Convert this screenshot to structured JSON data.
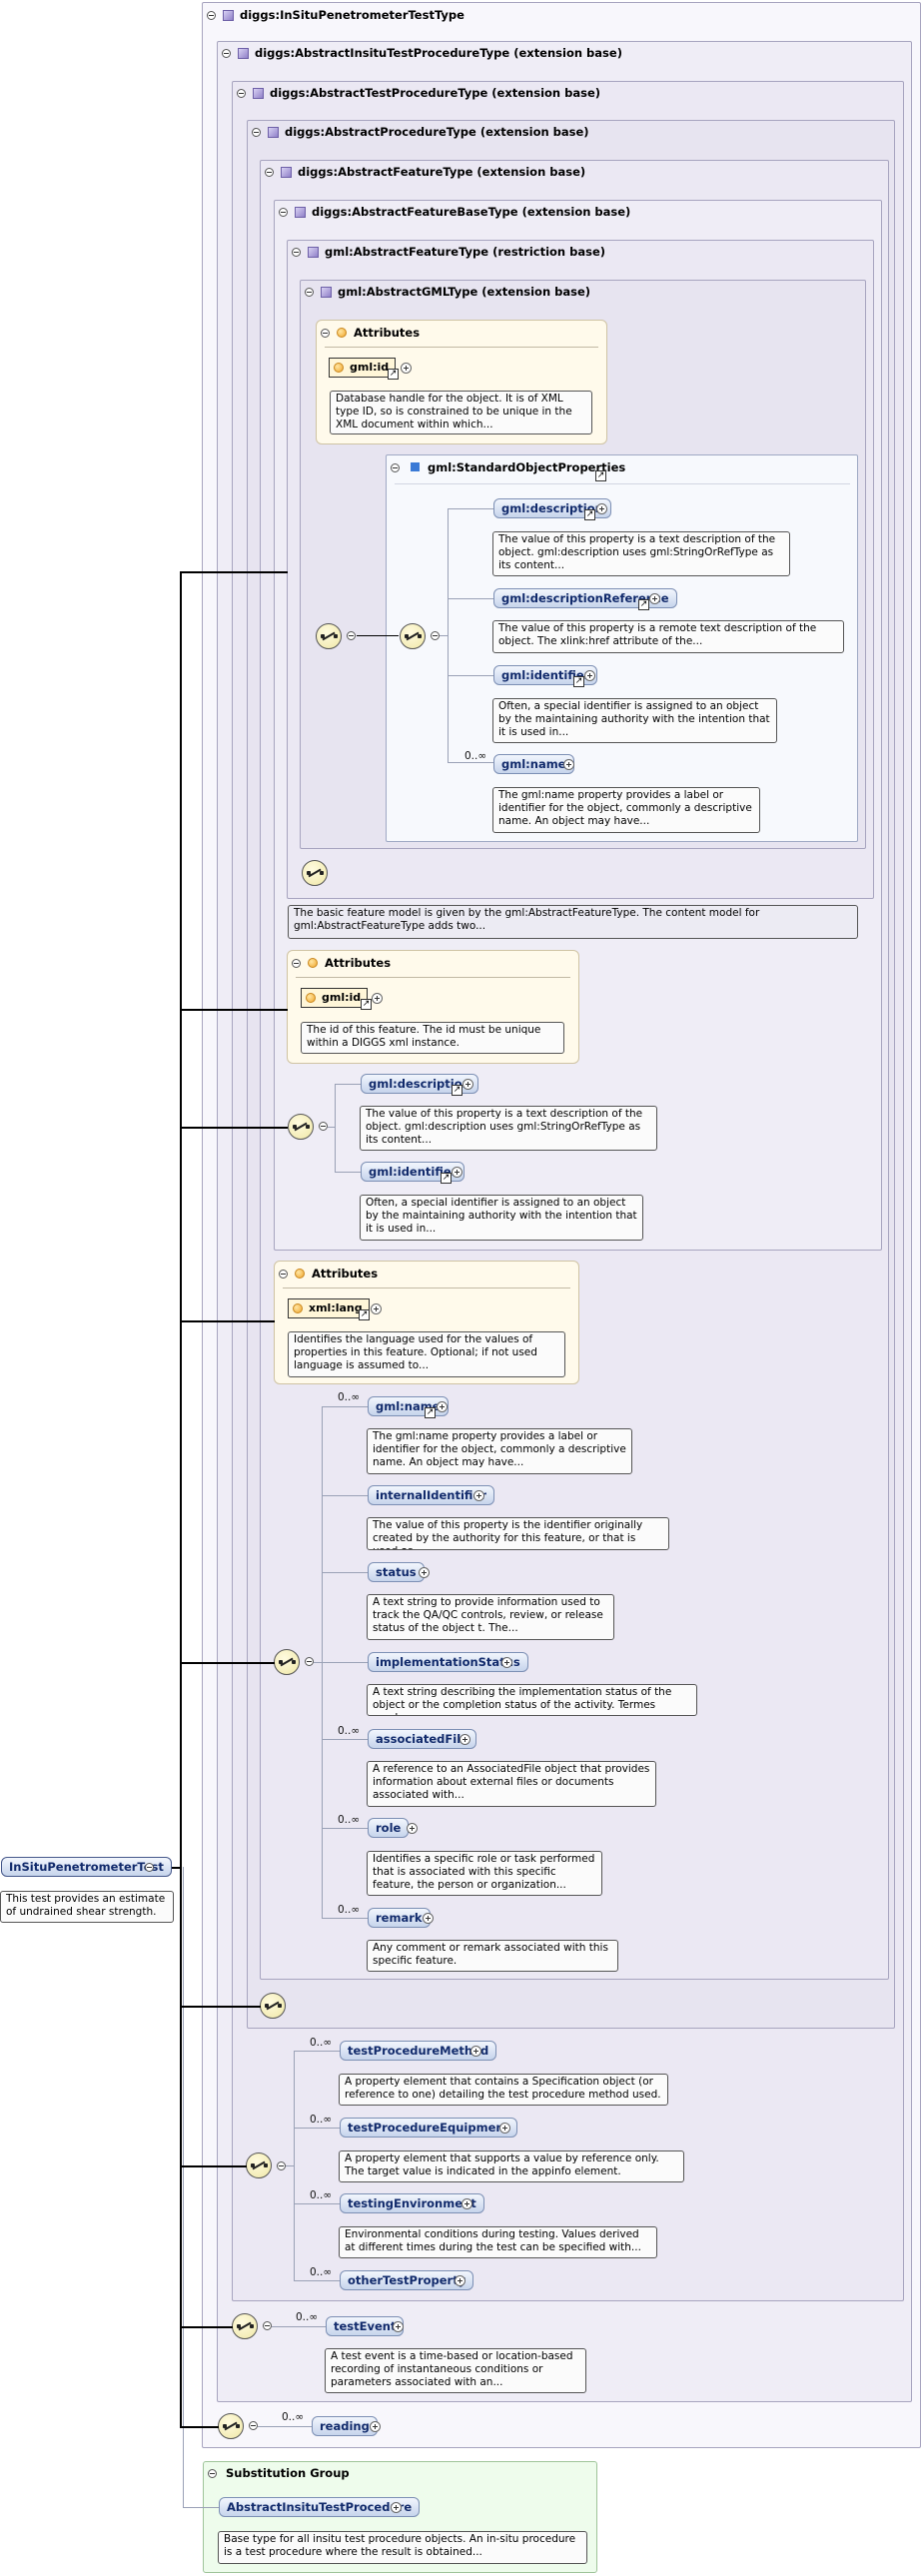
{
  "root_element": {
    "name": "InSituPenetrometerTest",
    "description": "This test provides an estimate of undrained shear strength."
  },
  "types": {
    "t0": "diggs:InSituPenetrometerTestType",
    "t1": "diggs:AbstractInsituTestProcedureType (extension base)",
    "t2": "diggs:AbstractTestProcedureType (extension base)",
    "t3": "diggs:AbstractProcedureType (extension base)",
    "t4": "diggs:AbstractFeatureType (extension base)",
    "t5": "diggs:AbstractFeatureBaseType (extension base)",
    "t6": "gml:AbstractFeatureType (restriction base)",
    "t7": "gml:AbstractGMLType (extension base)"
  },
  "attributes_label": "Attributes",
  "gml_attr": {
    "name": "gml:id",
    "description": "Database handle for the object. It is of XML type ID, so is constrained to be unique in the XML document within which..."
  },
  "sog": {
    "title": "gml:StandardObjectProperties",
    "items": [
      {
        "name": "gml:description",
        "description": "The value of this property is a text description of the object. gml:description uses gml:StringOrRefType as its content..."
      },
      {
        "name": "gml:descriptionReference",
        "description": "The value of this property is a remote text description of the object. The xlink:href attribute of the..."
      },
      {
        "name": "gml:identifier",
        "description": "Often, a special identifier is assigned to an object by the maintaining authority with the intention that it is used in..."
      },
      {
        "name": "gml:name",
        "card": "0..∞",
        "description": "The gml:name property provides a label or identifier for the object, commonly a descriptive name. An object may have..."
      }
    ]
  },
  "gml_feature_desc": "The basic feature model is given by the gml:AbstractFeatureType. The content model for gml:AbstractFeatureType adds two...",
  "base_attr": {
    "name": "gml:id",
    "description": "The id of this feature. The id must be unique within a DIGGS xml instance."
  },
  "base_items": [
    {
      "name": "gml:description",
      "description": "The value of this property is a text description of the object. gml:description uses gml:StringOrRefType as its content..."
    },
    {
      "name": "gml:identifier",
      "description": "Often, a special identifier is assigned to an object by the maintaining authority with the intention that it is used in..."
    }
  ],
  "feature_attr": {
    "name": "xml:lang",
    "description": "Identifies the language used for the values of properties in this feature. Optional; if not used language is assumed to..."
  },
  "feature_items": [
    {
      "name": "gml:name",
      "card": "0..∞",
      "description": "The gml:name property provides a label or identifier for the object, commonly a descriptive name. An object may have..."
    },
    {
      "name": "internalIdentifier",
      "card": "",
      "description": "The value of this property is the identifier originally created by the authority for this feature, or that is used as..."
    },
    {
      "name": "status",
      "card": "",
      "description": "A text string to provide information used to track the QA/QC controls, review, or release status of the object t. The..."
    },
    {
      "name": "implementationStatus",
      "card": "",
      "description": "A text string describing the implementation status of the object or the completion status of the activity. Termes used..."
    },
    {
      "name": "associatedFile",
      "card": "0..∞",
      "description": "A reference to an AssociatedFile object that provides information about external files or documents associated with..."
    },
    {
      "name": "role",
      "card": "0..∞",
      "description": "Identifies a specific role or task performed that is associated with this specific feature, the person or organization..."
    },
    {
      "name": "remark",
      "card": "0..∞",
      "description": "Any comment or remark associated with this specific feature."
    }
  ],
  "proc_items": [
    {
      "name": "testProcedureMethod",
      "card": "0..∞",
      "description": "A property element that contains a Specification object (or reference to one) detailing the test procedure method used."
    },
    {
      "name": "testProcedureEquipment",
      "card": "0..∞",
      "description": "A property element that supports a value by reference only. The target value is indicated in the appinfo element."
    },
    {
      "name": "testingEnvironment",
      "card": "0..∞",
      "description": "Environmental conditions during testing. Values derived at different times during the test can be specified with..."
    },
    {
      "name": "otherTestProperty",
      "card": "0..∞",
      "description": ""
    }
  ],
  "test_event": {
    "name": "testEvent",
    "card": "0..∞",
    "description": "A test event is a time-based or location-based recording of instantaneous conditions or parameters associated with an..."
  },
  "reading": {
    "name": "reading",
    "card": "0..∞"
  },
  "substitution": {
    "title": "Substitution Group",
    "name": "AbstractInsituTestProcedure",
    "description": "Base type for all insitu test procedure objects. An in-situ procedure is a test procedure where the result is obtained..."
  }
}
